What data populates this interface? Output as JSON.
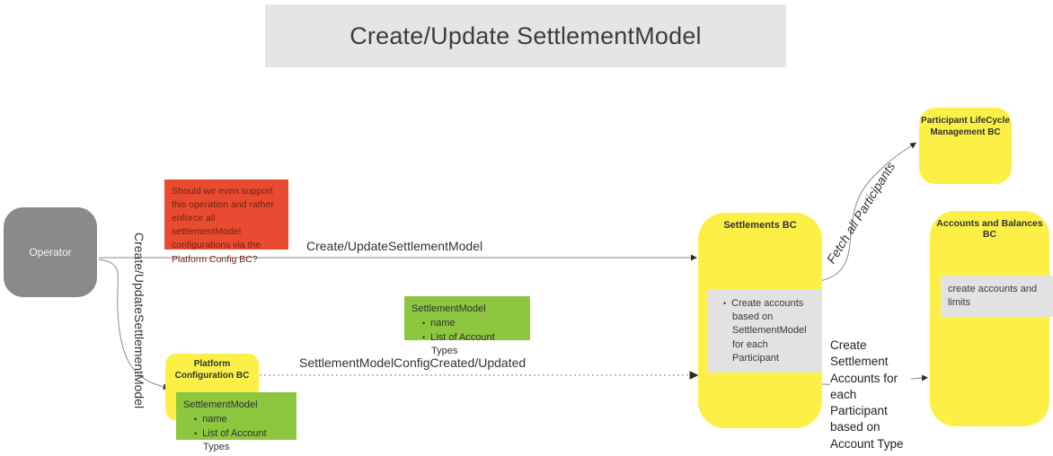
{
  "title": "Create/Update SettlementModel",
  "colors": {
    "node_yellow": "#FCF046",
    "note_green": "#8DC63F",
    "note_red": "#E84B2F",
    "node_gray": "#8A8A8A",
    "title_bg": "#E5E5E5",
    "inner_note_bg": "#E2E2E2",
    "line": "#8A8A8A"
  },
  "nodes": {
    "operator": {
      "label": "Operator"
    },
    "platform_config_bc": {
      "label": "Platform Configuration BC"
    },
    "settlements_bc": {
      "label": "Settlements BC",
      "items": [
        "Create accounts based on SettlementModel for each Participant"
      ]
    },
    "participant_lifecycle_bc": {
      "label": "Participant LifeCycle Management BC"
    },
    "accounts_balances_bc": {
      "label": "Accounts and Balances BC",
      "note": "create accounts and limits"
    }
  },
  "sticky_notes": {
    "question": "Should we even support this operation and rather enforce all settlementModel configurations via the Platform Config BC?",
    "settlement_model_a": {
      "title": "SettlementModel",
      "items": [
        "name",
        "List of Account Types"
      ]
    },
    "settlement_model_b": {
      "title": "SettlementModel",
      "items": [
        "name",
        "List of Account Types"
      ]
    }
  },
  "edges": {
    "operator_to_settlements": "Create/UpdateSettlementModel",
    "operator_to_platform_config": "Create/UpdateSettlementModel",
    "platform_to_settlements": "SettlementModelConfigCreated/Updated",
    "settlements_to_participant_lifecycle": "Fetch all Participants",
    "settlements_to_accounts": "Create\nSettlement\nAccounts for\neach\nParticipant\nbased on\nAccount Type"
  }
}
